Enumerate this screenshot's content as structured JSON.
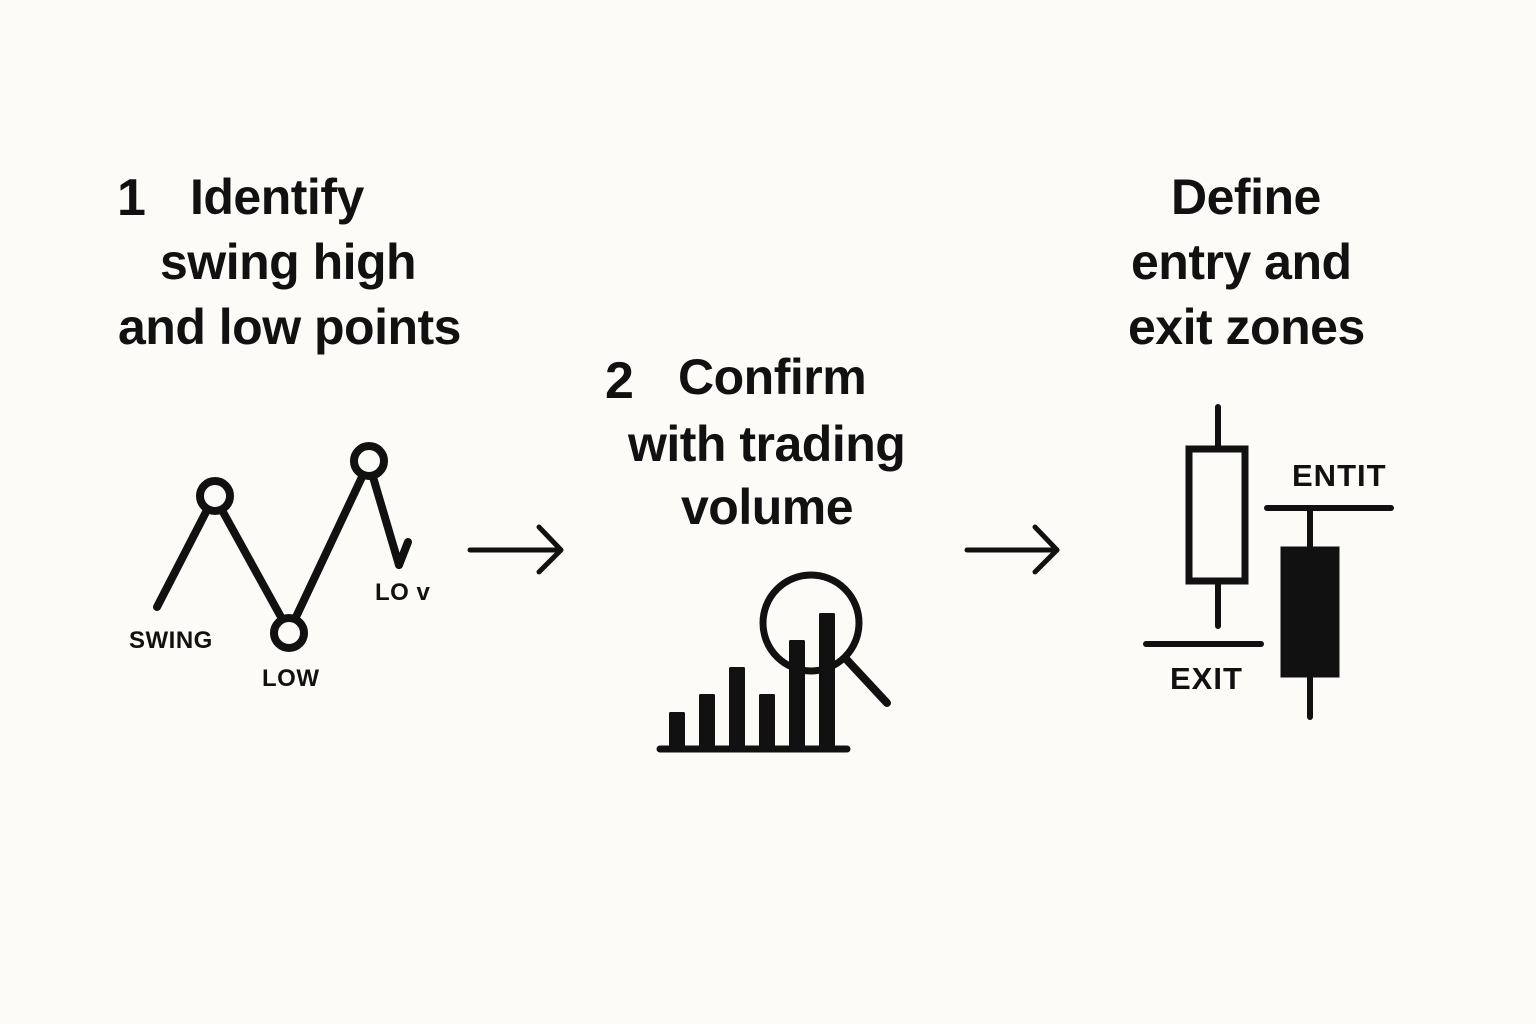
{
  "colors": {
    "background": "#fcfbf7",
    "ink": "#111111"
  },
  "steps": [
    {
      "number": "1",
      "title_lines": [
        "Identify",
        "swing high",
        "and low points"
      ],
      "icon": "swing-line-chart-icon",
      "labels": {
        "swing": "SWING",
        "low": "LOW",
        "low_right": "LO v"
      }
    },
    {
      "number": "2",
      "title_lines": [
        "Confirm",
        "with trading",
        "volume"
      ],
      "icon": "volume-bars-magnifier-icon",
      "bar_values": [
        2,
        3,
        4.5,
        3,
        6,
        7.5
      ]
    },
    {
      "number": "",
      "title_lines": [
        "Define",
        "entry and",
        "exit zones"
      ],
      "icon": "candlestick-icon",
      "labels": {
        "entry": "ENTIT",
        "exit": "EXIT"
      }
    }
  ],
  "connectors": [
    "arrow-right-icon",
    "arrow-right-icon"
  ]
}
